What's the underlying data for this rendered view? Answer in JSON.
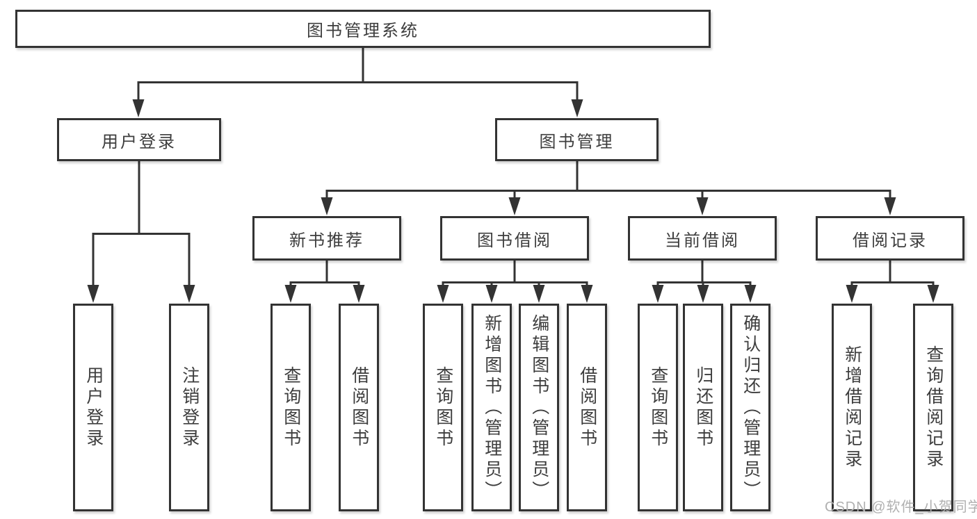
{
  "page": {
    "watermark": "CSDN @软件_小贺同学"
  },
  "colors": {
    "line": "#333333",
    "text": "#3d3d3d",
    "box_background": "#ffffff",
    "watermark": "#b0b0b0"
  },
  "tree": {
    "label": "图书管理系统",
    "children": [
      {
        "label": "用户登录",
        "children": [
          {
            "label": "用户登录"
          },
          {
            "label": "注销登录"
          }
        ]
      },
      {
        "label": "图书管理",
        "children": [
          {
            "label": "新书推荐",
            "children": [
              {
                "label": "查询图书"
              },
              {
                "label": "借阅图书"
              }
            ]
          },
          {
            "label": "图书借阅",
            "children": [
              {
                "label": "查询图书"
              },
              {
                "label": "新增图书（管理员）"
              },
              {
                "label": "编辑图书（管理员）"
              },
              {
                "label": "借阅图书"
              }
            ]
          },
          {
            "label": "当前借阅",
            "children": [
              {
                "label": "查询图书"
              },
              {
                "label": "归还图书"
              },
              {
                "label": "确认归还（管理员）"
              }
            ]
          },
          {
            "label": "借阅记录",
            "children": [
              {
                "label": "新增借阅记录"
              },
              {
                "label": "查询借阅记录"
              }
            ]
          }
        ]
      }
    ]
  }
}
